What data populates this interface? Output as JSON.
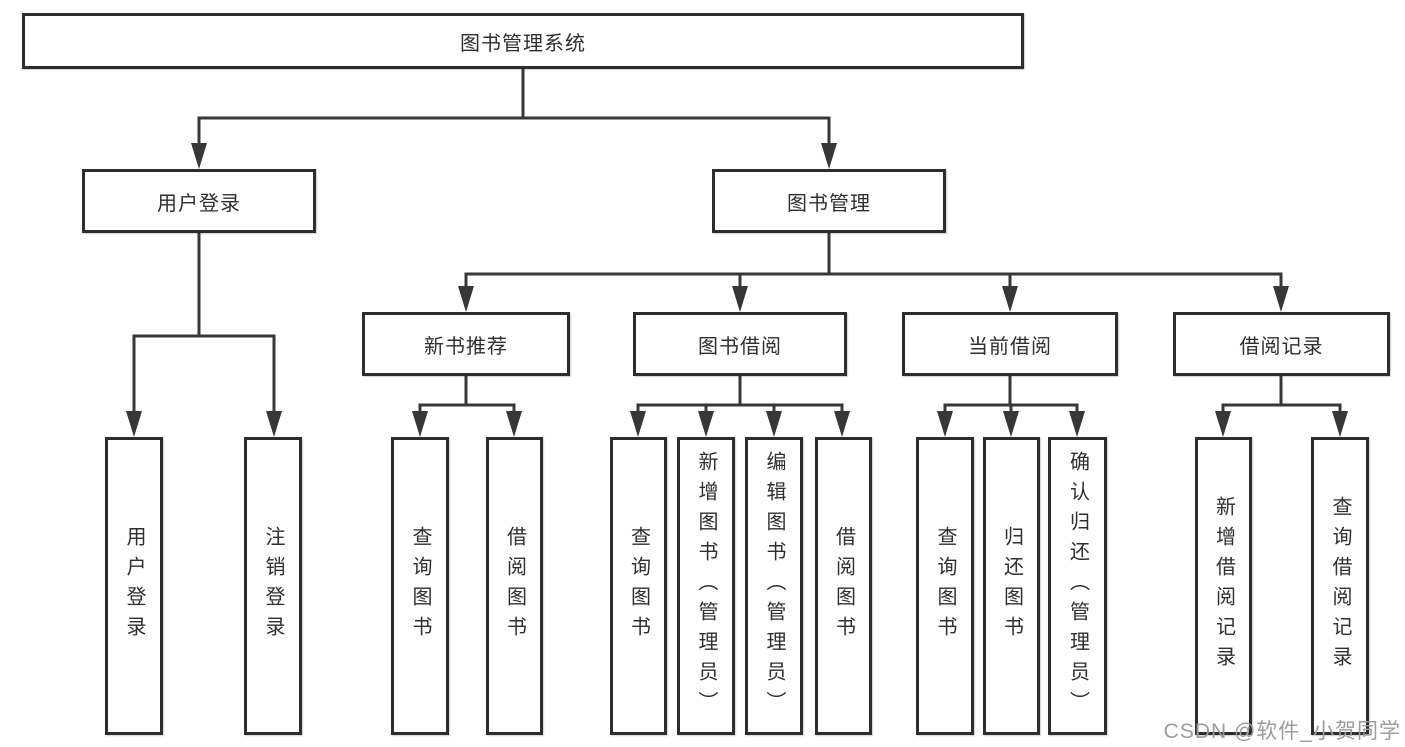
{
  "diagram": {
    "root": "图书管理系统",
    "level2": {
      "user_login": "用户登录",
      "book_management": "图书管理"
    },
    "level3": {
      "new_book_recommend": "新书推荐",
      "book_borrow": "图书借阅",
      "current_borrow": "当前借阅",
      "borrow_record": "借阅记录"
    },
    "leaves": [
      "用户登录",
      "注销登录",
      "查询图书",
      "借阅图书",
      "查询图书",
      "新增图书（管理员）",
      "编辑图书（管理员）",
      "借阅图书",
      "查询图书",
      "归还图书",
      "确认归还（管理员）",
      "新增借阅记录",
      "查询借阅记录"
    ],
    "watermark": "CSDN @软件_小贺同学",
    "colors": {
      "line": "#373737",
      "box_border": "#2d2d2d",
      "text": "#2f2f2f",
      "box_fill": "#ffffff",
      "watermark": "#9c9c9c",
      "background": "#ffffff"
    }
  }
}
